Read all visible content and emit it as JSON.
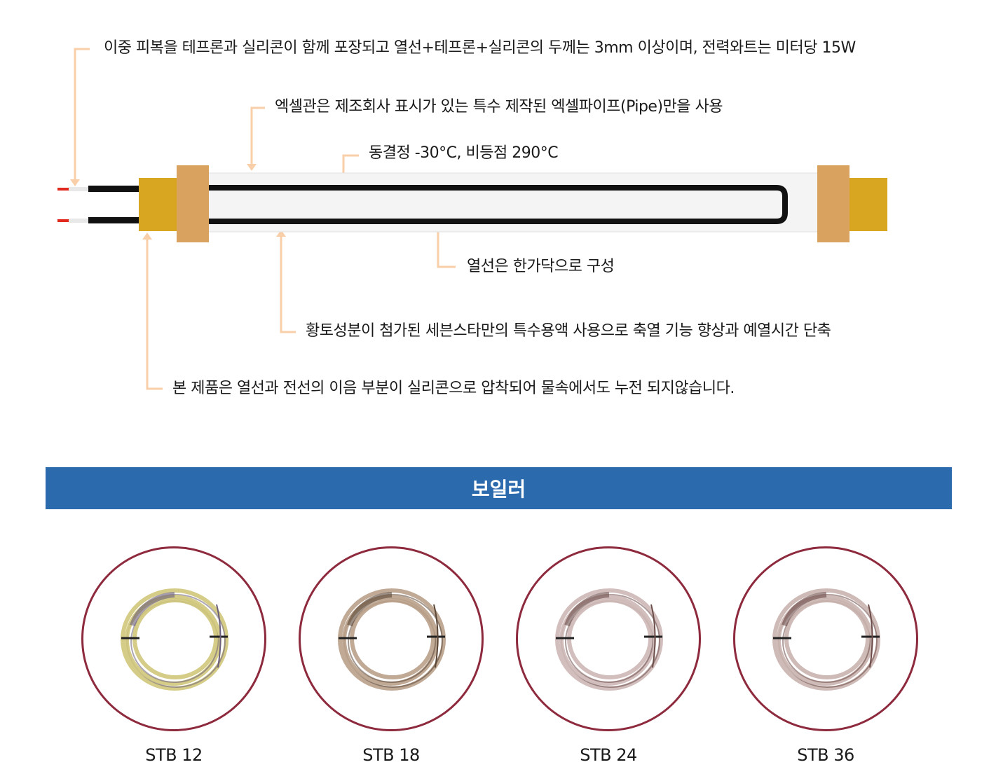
{
  "callouts": {
    "c1": "이중 피복을 테프론과 실리콘이 함께 포장되고 열선+테프론+실리콘의 두께는 3mm 이상이며, 전력와트는 미터당 15W",
    "c2": "엑셀관은 제조회사 표시가 있는 특수 제작된 엑셀파이프(Pipe)만을 사용",
    "c3": "동결정 -30°C, 비등점 290°C",
    "c4": "열선은 한가닥으로 구성",
    "c5": "황토성분이 첨가된 세븐스타만의 특수용액 사용으로 축열 기능 향상과 예열시간 단축",
    "c6": "본 제품은 열선과 전선의 이음 부분이 실리콘으로 압착되어 물속에서도 누전 되지않습니다."
  },
  "banner": {
    "title": "보일러"
  },
  "products": [
    {
      "name": "STB 12",
      "coil_color": "#cfc77a",
      "coil_dark": "#6b5e7a"
    },
    {
      "name": "STB 18",
      "coil_color": "#b9a08a",
      "coil_dark": "#5a4636"
    },
    {
      "name": "STB 24",
      "coil_color": "#cdb8b6",
      "coil_dark": "#6b4d4a"
    },
    {
      "name": "STB 36",
      "coil_color": "#c9b2ae",
      "coil_dark": "#6b4a47"
    }
  ],
  "colors": {
    "arrow": "#f8cfa8",
    "cap_gold": "#d9a621",
    "cap_tan": "#d9a35f",
    "banner": "#2b6aad",
    "circle_border": "#8e2a3d",
    "wire_tip": "#e0281e"
  }
}
